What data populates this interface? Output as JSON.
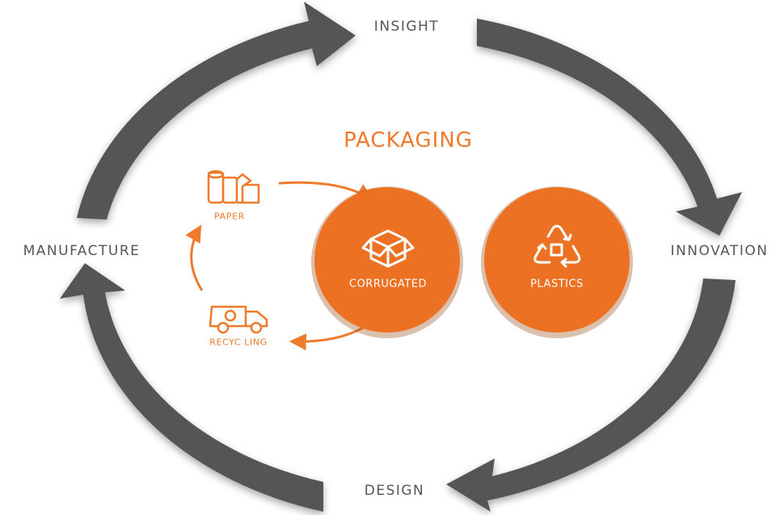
{
  "cycle": {
    "insight": "INSIGHT",
    "innovation": "INNOVATION",
    "design": "DESIGN",
    "manufacture": "MANUFACTURE"
  },
  "packaging": {
    "title": "PACKAGING",
    "paper": {
      "label": "PAPER",
      "icon": "paper-rolls-icon"
    },
    "recycling": {
      "label": "RECYC LING",
      "icon": "recycling-truck-icon"
    },
    "corrugated": {
      "label": "CORRUGATED",
      "icon": "box-icon"
    },
    "plastics": {
      "label": "PLASTICS",
      "icon": "recycle-symbol-icon"
    }
  },
  "colors": {
    "arrow": "#555555",
    "accent": "#ef7a2b",
    "circle": "#ec7122",
    "stage_text": "#555555"
  }
}
